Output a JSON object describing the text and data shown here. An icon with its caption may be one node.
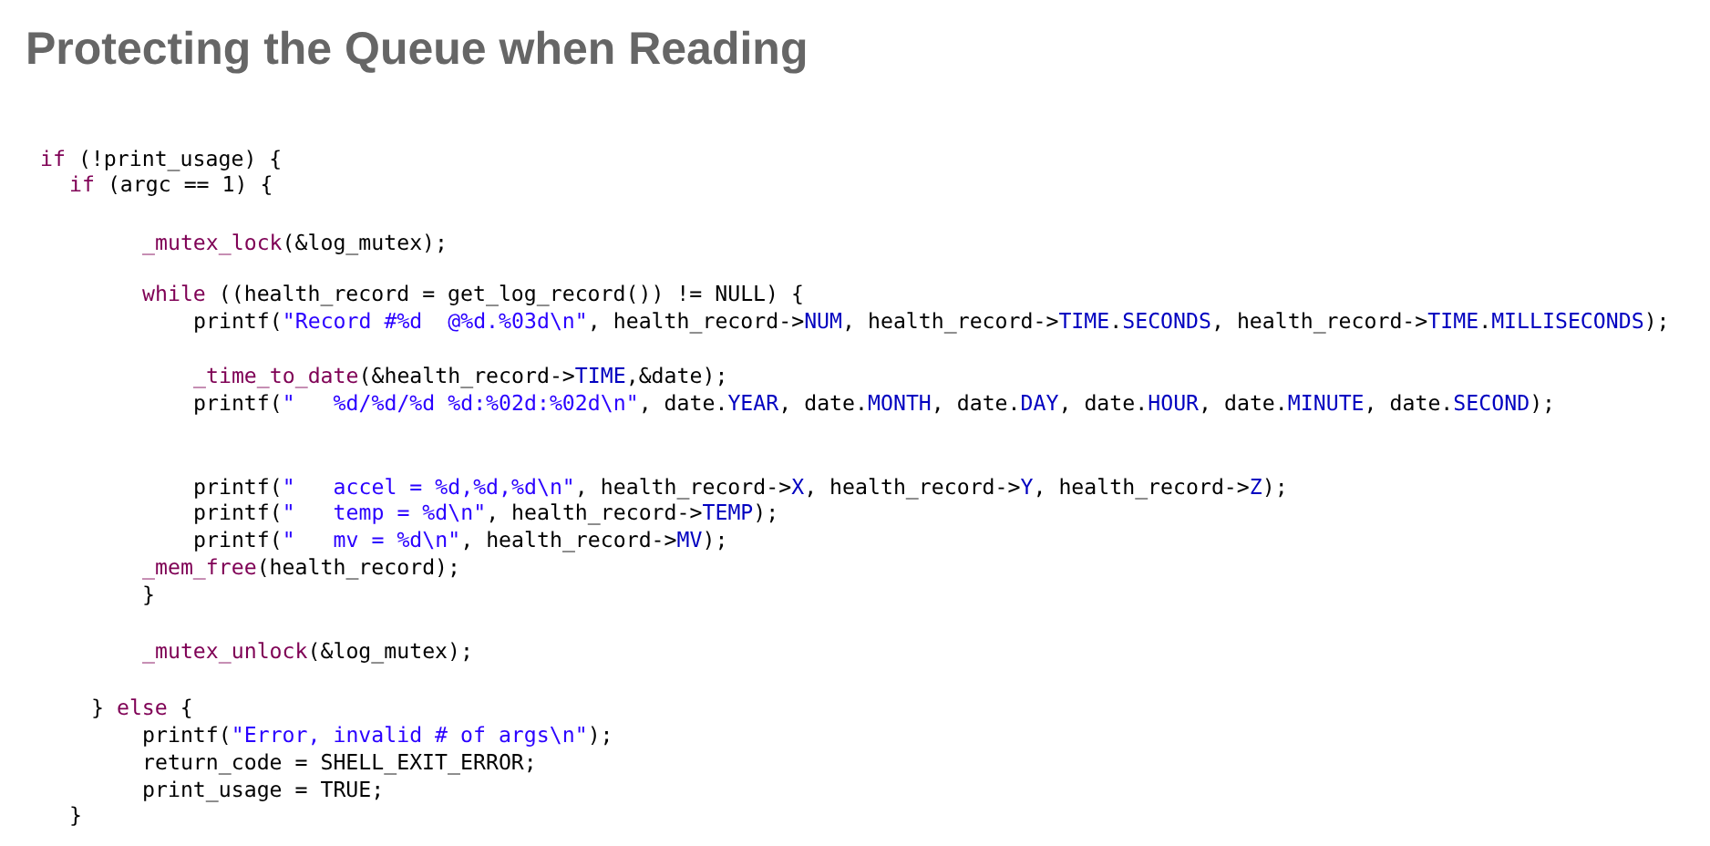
{
  "diagram": {
    "title": "Protecting the Queue when Reading",
    "labels": [
      "if (!print_usage) {",
      "if (argc == 1) {",
      "_mutex_lock(&log_mutex);",
      "while ((health_record = get_log_record()) != NULL) {",
      "printf(\"Record #%d  @%d.%03d\\n\", health_record->NUM, health_record->TIME.SECONDS, health_record->TIME.MILLISECONDS);",
      "_time_to_date(&health_record->TIME,&date);",
      "printf(\"   %d/%d/%d %d:%02d:%02d\\n\", date.YEAR, date.MONTH, date.DAY, date.HOUR, date.MINUTE, date.SECOND);",
      "printf(\"   accel = %d,%d,%d\\n\", health_record->X, health_record->Y, health_record->Z);",
      "printf(\"   temp = %d\\n\", health_record->TEMP);",
      "printf(\"   mv = %d\\n\", health_record->MV);",
      "_mem_free(health_record);",
      "}",
      "_mutex_unlock(&log_mutex);",
      "} else {",
      "printf(\"Error, invalid # of args\\n\");",
      "return_code = SHELL_EXIT_ERROR;",
      "print_usage = TRUE;",
      "}"
    ]
  }
}
